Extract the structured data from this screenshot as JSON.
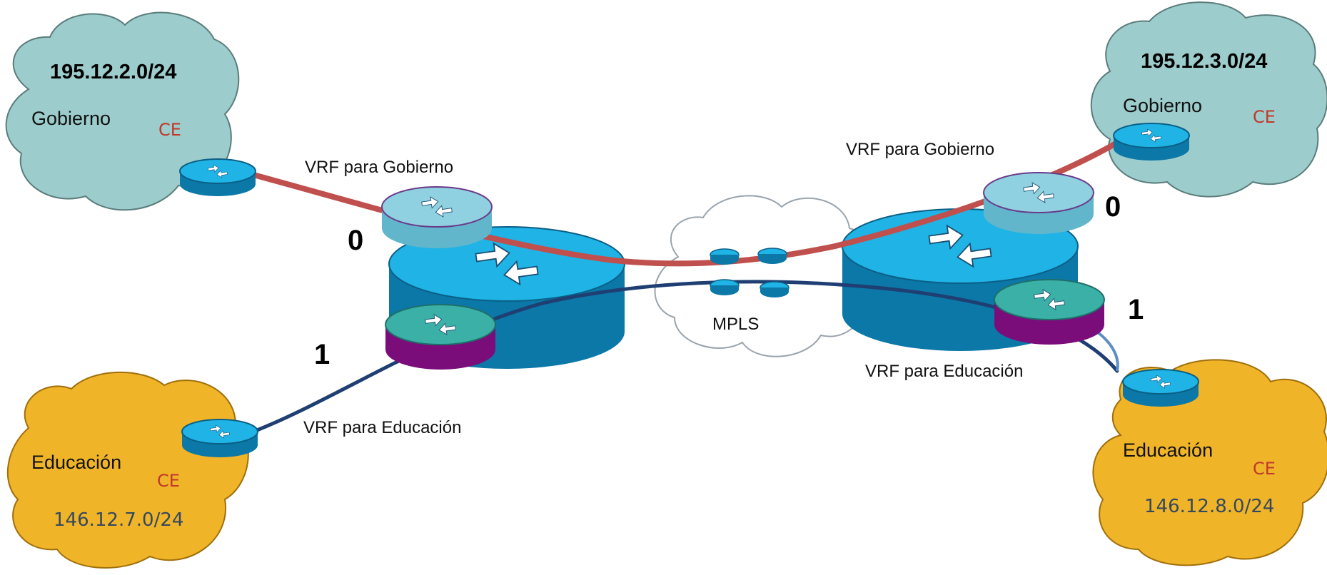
{
  "sites": {
    "gob_left": {
      "prefix": "195.12.2.0/24",
      "name": "Gobierno",
      "role": "CE"
    },
    "gob_right": {
      "prefix": "195.12.3.0/24",
      "name": "Gobierno",
      "role": "CE"
    },
    "edu_left": {
      "prefix": "146.12.7.0/24",
      "name": "Educación",
      "role": "CE"
    },
    "edu_right": {
      "prefix": "146.12.8.0/24",
      "name": "Educación",
      "role": "CE"
    }
  },
  "vrf_labels": {
    "gob_left": "VRF para Gobierno",
    "gob_right": "VRF para Gobierno",
    "edu_left": "VRF para Educación",
    "edu_right": "VRF para Educación"
  },
  "core": {
    "label": "MPLS"
  },
  "link_ids": {
    "gob_left": "0",
    "edu_left": "1",
    "gob_right": "0",
    "edu_right": "1"
  },
  "colors": {
    "gov_cloud": "#9ccccb",
    "edu_cloud": "#f0b429",
    "gov_link": "#c0504d",
    "edu_link": "#1f3f73",
    "router_blue": "#1fb3e6",
    "vrf_gov": "#62b6cb",
    "vrf_edu": "#7b0d7a"
  }
}
